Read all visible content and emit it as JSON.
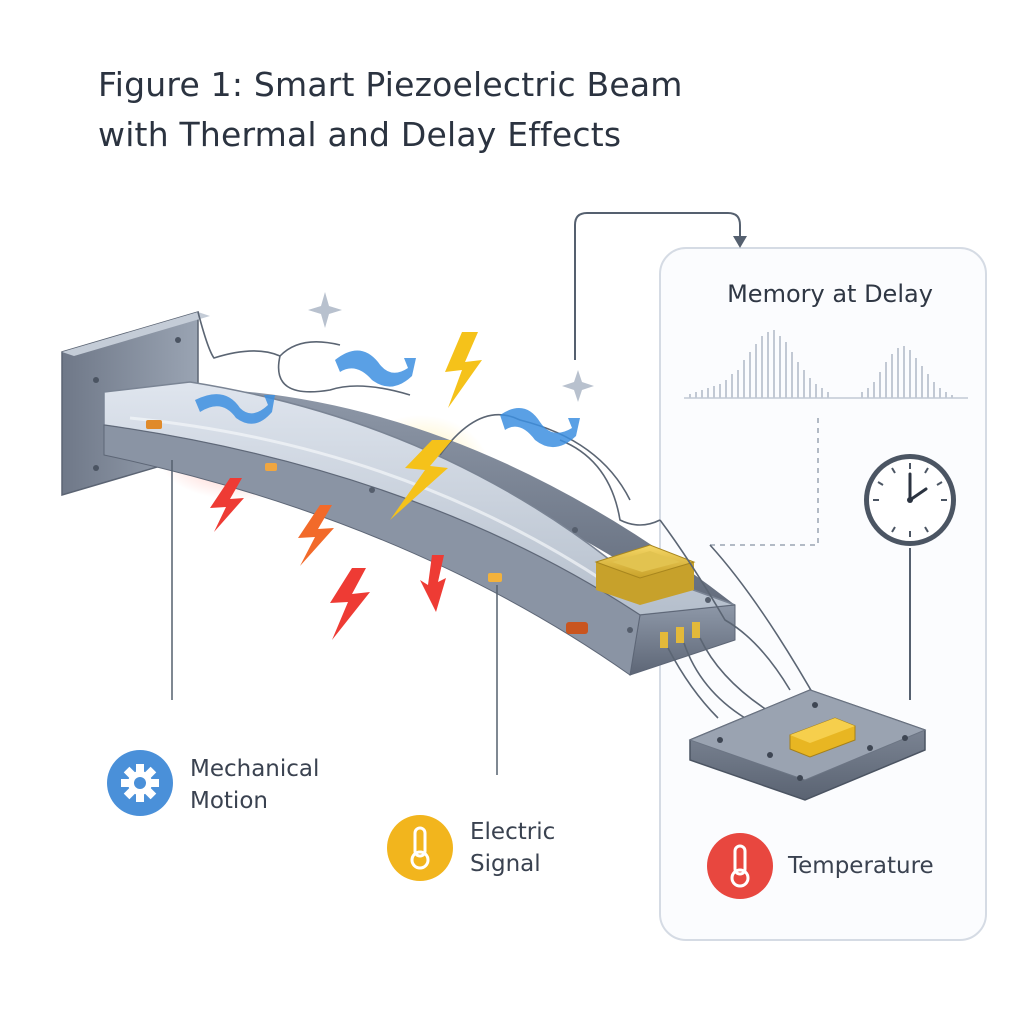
{
  "title": {
    "line1": "Figure 1: Smart Piezoelectric Beam",
    "line2": "with Thermal and Delay Effects"
  },
  "panel": {
    "title": "Memory at Delay",
    "clock_icon": "clock-icon",
    "histogram_icon": "waveform-histogram"
  },
  "legend": [
    {
      "icon": "gear-icon",
      "line1": "Mechanical",
      "line2": "Motion",
      "color": "#4a90d9"
    },
    {
      "icon": "thermometer-icon",
      "line1": "Electric",
      "line2": "Signal",
      "color": "#f2b51d"
    },
    {
      "icon": "thermometer-icon",
      "line1": "Temperature",
      "line2": "",
      "color": "#e8473f"
    }
  ],
  "colors": {
    "beam": "#aab4c2",
    "mechanical": "#3d8fe0",
    "electric": "#f5c21a",
    "thermal": "#ee3b34",
    "sensor": "#e3c24a"
  }
}
